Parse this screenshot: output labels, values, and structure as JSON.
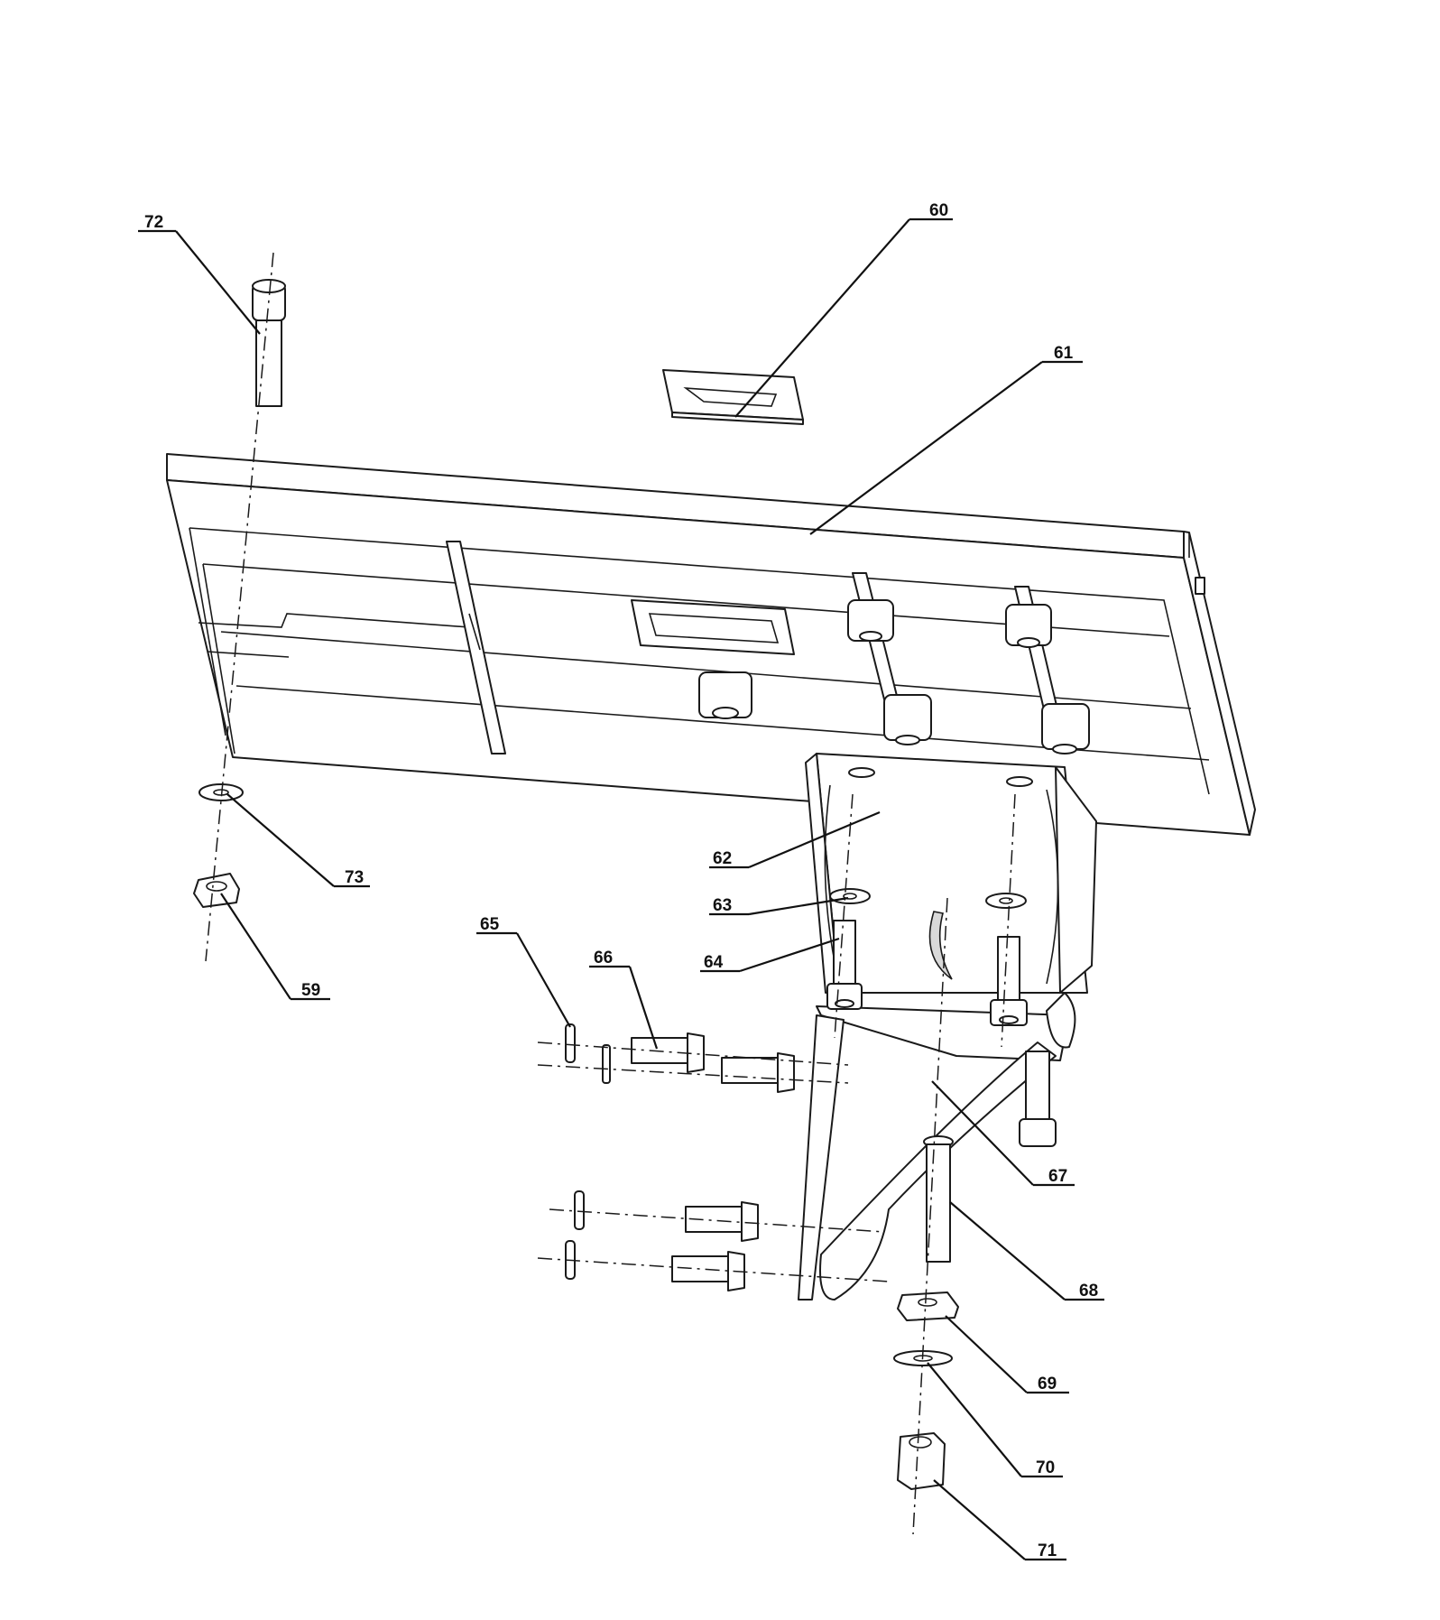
{
  "callouts": {
    "c59": "59",
    "c60": "60",
    "c61": "61",
    "c62": "62",
    "c63": "63",
    "c64": "64",
    "c65": "65",
    "c66": "66",
    "c67": "67",
    "c68": "68",
    "c69": "69",
    "c70": "70",
    "c71": "71",
    "c72": "72",
    "c73": "73"
  }
}
